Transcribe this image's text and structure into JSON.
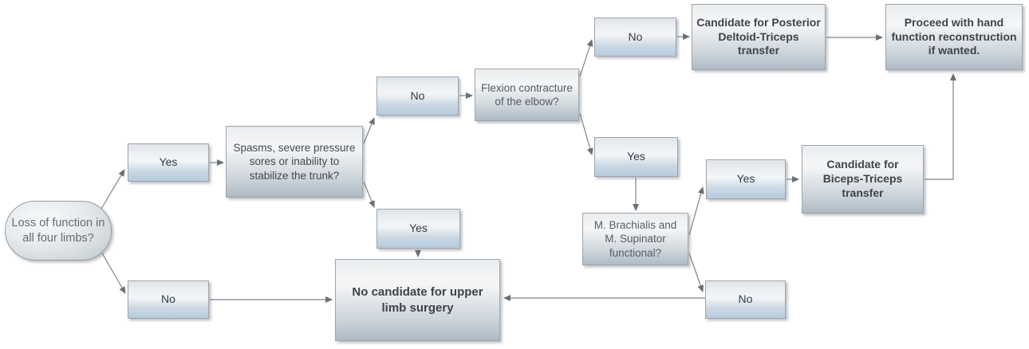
{
  "diagram": {
    "type": "flowchart",
    "topic": "Upper limb surgery candidacy decision flow",
    "nodes": {
      "start": {
        "label": "Loss of function in all four limbs?",
        "shape": "terminator"
      },
      "yes_limbs": {
        "label": "Yes",
        "shape": "process"
      },
      "no_limbs": {
        "label": "No",
        "shape": "process"
      },
      "spasms": {
        "label": "Spasms, severe pressure sores or inability to stabilize the trunk?",
        "shape": "process"
      },
      "no_spasms": {
        "label": "No",
        "shape": "process"
      },
      "yes_spasms": {
        "label": "Yes",
        "shape": "process"
      },
      "flexion": {
        "label": "Flexion contracture of the elbow?",
        "shape": "process"
      },
      "no_flexion": {
        "label": "No",
        "shape": "process"
      },
      "yes_flexion": {
        "label": "Yes",
        "shape": "process"
      },
      "cand_posterior": {
        "label": "Candidate for Posterior Deltoid-Triceps transfer",
        "shape": "process"
      },
      "proceed": {
        "label": "Proceed with hand function reconstruction if wanted.",
        "shape": "process"
      },
      "brachialis": {
        "label": "M. Brachialis and M. Supinator functional?",
        "shape": "process"
      },
      "yes_brachialis": {
        "label": "Yes",
        "shape": "process"
      },
      "cand_biceps": {
        "label": "Candidate for Biceps-Triceps transfer",
        "shape": "process"
      },
      "no_brachialis": {
        "label": "No",
        "shape": "process"
      },
      "no_candidate": {
        "label": "No candidate for upper limb surgery",
        "shape": "process"
      }
    },
    "edges": [
      {
        "from": "start",
        "to": "yes_limbs"
      },
      {
        "from": "start",
        "to": "no_limbs"
      },
      {
        "from": "yes_limbs",
        "to": "spasms"
      },
      {
        "from": "spasms",
        "to": "no_spasms"
      },
      {
        "from": "spasms",
        "to": "yes_spasms"
      },
      {
        "from": "no_spasms",
        "to": "flexion"
      },
      {
        "from": "flexion",
        "to": "no_flexion"
      },
      {
        "from": "flexion",
        "to": "yes_flexion"
      },
      {
        "from": "no_flexion",
        "to": "cand_posterior"
      },
      {
        "from": "cand_posterior",
        "to": "proceed"
      },
      {
        "from": "yes_flexion",
        "to": "brachialis"
      },
      {
        "from": "brachialis",
        "to": "yes_brachialis"
      },
      {
        "from": "brachialis",
        "to": "no_brachialis"
      },
      {
        "from": "yes_brachialis",
        "to": "cand_biceps"
      },
      {
        "from": "cand_biceps",
        "to": "proceed"
      },
      {
        "from": "yes_spasms",
        "to": "no_candidate"
      },
      {
        "from": "no_limbs",
        "to": "no_candidate"
      },
      {
        "from": "no_brachialis",
        "to": "no_candidate"
      }
    ],
    "colors": {
      "arrow": "#7f8488",
      "arrowhead": "#6b7075",
      "box_border": "#9fa5ab",
      "yesno_fill_bottom": "#b6cbdc",
      "gray_fill_bottom": "#aebac4",
      "background": "#ffffff"
    }
  }
}
